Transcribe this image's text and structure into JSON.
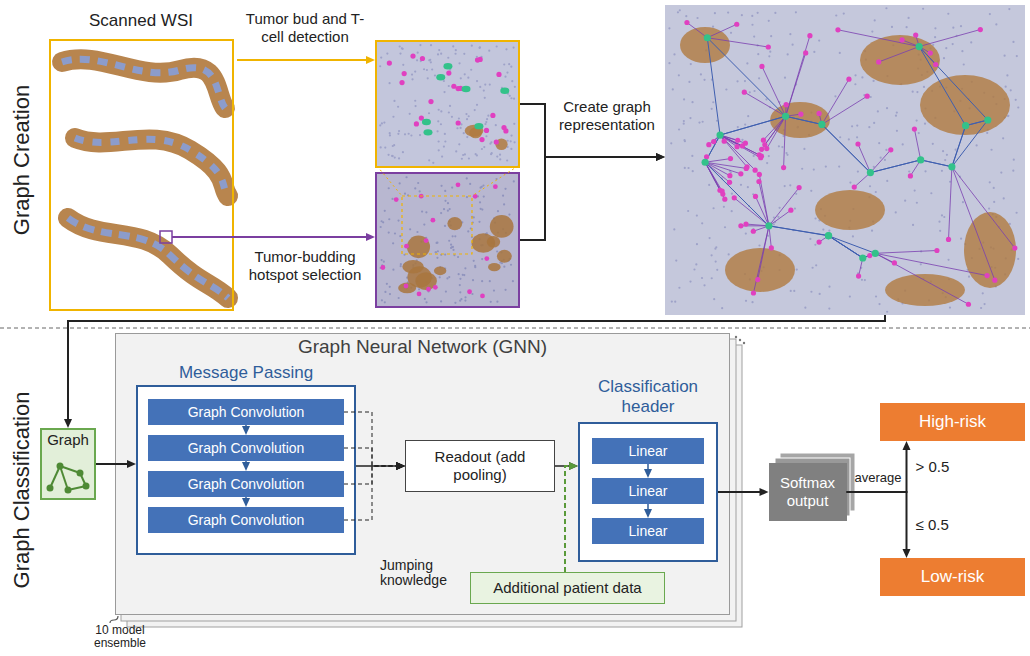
{
  "diagram": {
    "nodes": [
      {
        "text": [
          "Scanned WSI"
        ]
      },
      {
        "text": [
          "Tumor bud and T-cell detection"
        ]
      },
      {
        "text": [
          "Tumor-budding hotspot selection"
        ]
      },
      {
        "text": [
          "Create graph representation"
        ]
      },
      {
        "text": [
          "Graph"
        ]
      },
      {
        "text": [
          "Graph Neural Network (GNN)"
        ]
      },
      {
        "text": [
          "Message Passing"
        ],
        "in": 5
      },
      {
        "text": [
          "Graph Convolution"
        ],
        "in": 6
      },
      {
        "text": [
          "Graph Convolution"
        ],
        "in": 6
      },
      {
        "text": [
          "Graph Convolution"
        ],
        "in": 6
      },
      {
        "text": [
          "Graph Convolution"
        ],
        "in": 6
      },
      {
        "text": [
          "Readout (add pooling)"
        ],
        "in": 5
      },
      {
        "text": [
          "Classification header"
        ],
        "in": 5
      },
      {
        "text": [
          "Linear"
        ],
        "in": 12
      },
      {
        "text": [
          "Linear"
        ],
        "in": 12
      },
      {
        "text": [
          "Linear"
        ],
        "in": 12
      },
      {
        "text": [
          "Additional patient data"
        ],
        "in": 5
      },
      {
        "text": [
          "Softmax output"
        ]
      },
      {
        "text": [
          "High-risk"
        ]
      },
      {
        "text": [
          "Low-risk"
        ]
      }
    ],
    "edges": [
      {
        "from": 0,
        "to": 1,
        "arrow": "to"
      },
      {
        "from": 0,
        "to": 2,
        "arrow": "to"
      },
      {
        "from": 1,
        "to": 3,
        "arrow": "to"
      },
      {
        "from": 2,
        "to": 3,
        "arrow": "to"
      },
      {
        "from": 3,
        "to": 4,
        "arrow": "to"
      },
      {
        "from": 4,
        "to": 6,
        "arrow": "to"
      },
      {
        "from": 7,
        "to": 8,
        "arrow": "to"
      },
      {
        "from": 8,
        "to": 9,
        "arrow": "to"
      },
      {
        "from": 9,
        "to": 10,
        "arrow": "to"
      },
      {
        "from": 6,
        "to": 11,
        "arrow": "to"
      },
      {
        "from": 7,
        "to": 11,
        "arrow": "to"
      },
      {
        "from": 8,
        "to": 11,
        "arrow": "to"
      },
      {
        "from": 9,
        "to": 11,
        "arrow": "to"
      },
      {
        "from": 10,
        "to": 11,
        "arrow": "to"
      },
      {
        "from": 11,
        "to": 12,
        "arrow": "to"
      },
      {
        "from": 16,
        "to": 12,
        "arrow": "to"
      },
      {
        "from": 13,
        "to": 14,
        "arrow": "to"
      },
      {
        "from": 14,
        "to": 15,
        "arrow": "to"
      },
      {
        "from": 12,
        "to": 17,
        "arrow": "to"
      },
      {
        "from": 17,
        "to": 18,
        "label": "> 0.5",
        "arrow": "to"
      },
      {
        "from": 17,
        "to": 19,
        "label": "≤ 0.5",
        "arrow": "to"
      }
    ],
    "labels": [
      "Graph Creation",
      "Graph Classification",
      "Jumping knowledge",
      "10 model ensemble",
      "average"
    ]
  }
}
